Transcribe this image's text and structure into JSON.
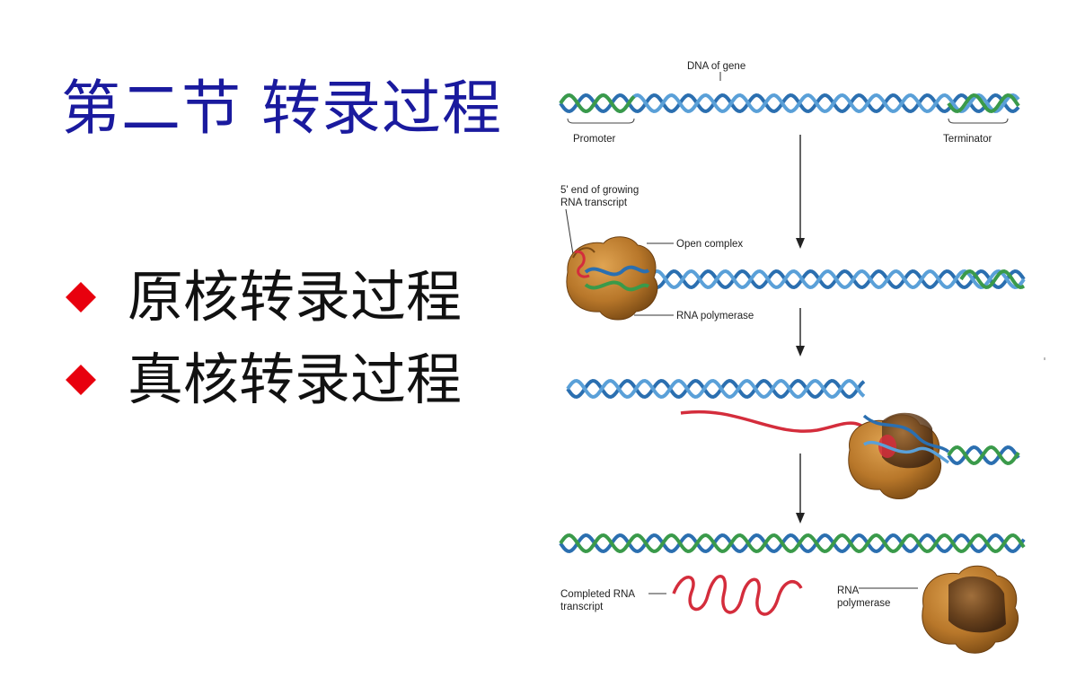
{
  "slide": {
    "title": "第二节 转录过程",
    "bullets": [
      {
        "text": "原核转录过程"
      },
      {
        "text": "真核转录过程"
      }
    ]
  },
  "figure": {
    "labels": {
      "dna_of_gene": "DNA of gene",
      "promoter": "Promoter",
      "terminator": "Terminator",
      "growing_transcript_line1": "5' end of growing",
      "growing_transcript_line2": "RNA transcript",
      "open_complex": "Open complex",
      "rna_polymerase": "RNA polymerase",
      "completed_rna_line1": "Completed RNA",
      "completed_rna_line2": "transcript",
      "rna_polymerase_free_line1": "RNA",
      "rna_polymerase_free_line2": "polymerase"
    }
  },
  "colors": {
    "title": "#1a1a9e",
    "bullet_marker": "#e8000e",
    "dna_strand_blue": "#2b6fb0",
    "dna_strand_green": "#3a9a4a",
    "rna": "#d42d3c",
    "polymerase": "#b8772a"
  }
}
